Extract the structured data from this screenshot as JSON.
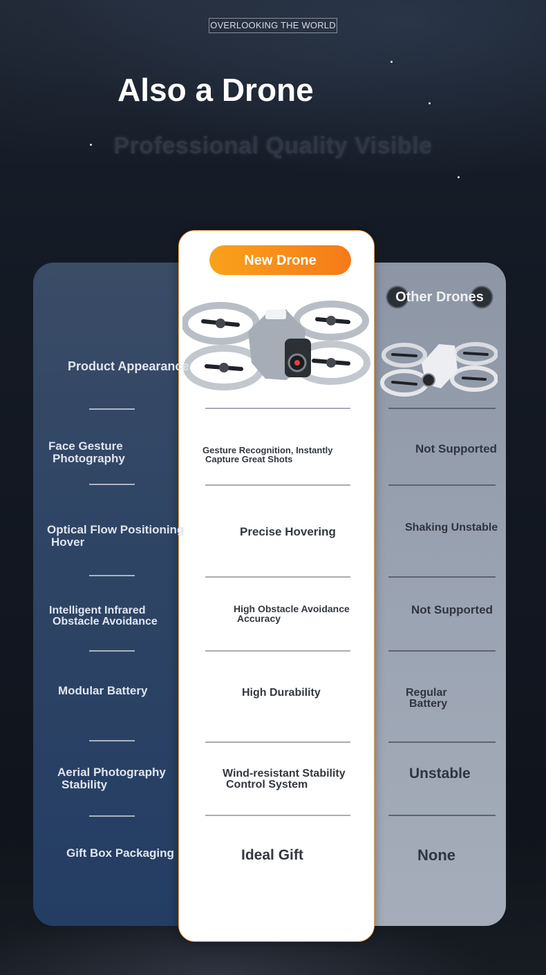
{
  "header": {
    "tag": "OVERLOOKING THE WORLD",
    "title": "Also a Drone",
    "subtitle": "Professional Quality Visible"
  },
  "columns": {
    "new_label": "New Drone",
    "other_label": "Other Drones"
  },
  "rows": [
    {
      "feature": "Product Appearance",
      "new": "",
      "other": ""
    },
    {
      "feature_line1": "Face Gesture",
      "feature_line2": "Photography",
      "new_line1": "Gesture Recognition, Instantly",
      "new_line2": "Capture Great Shots",
      "other": "Not Supported"
    },
    {
      "feature_line1": "Optical Flow Positioning",
      "feature_line2": "Hover",
      "new": "Precise Hovering",
      "other": "Shaking Unstable"
    },
    {
      "feature_line1": "Intelligent Infrared",
      "feature_line2": "Obstacle Avoidance",
      "new_line1": "High Obstacle Avoidance",
      "new_line2": "Accuracy",
      "other": "Not Supported"
    },
    {
      "feature": "Modular Battery",
      "new": "High Durability",
      "other_line1": "Regular",
      "other_line2": "Battery"
    },
    {
      "feature_line1": "Aerial Photography",
      "feature_line2": "Stability",
      "new_line1": "Wind-resistant Stability",
      "new_line2": "Control System",
      "other": "Unstable"
    },
    {
      "feature": "Gift Box Packaging",
      "new": "Ideal Gift",
      "other": "None"
    }
  ],
  "colors": {
    "accent_start": "#f9a21a",
    "accent_end": "#f57a1a",
    "left_column": "#2f4565",
    "right_column": "#9aa3b1"
  }
}
